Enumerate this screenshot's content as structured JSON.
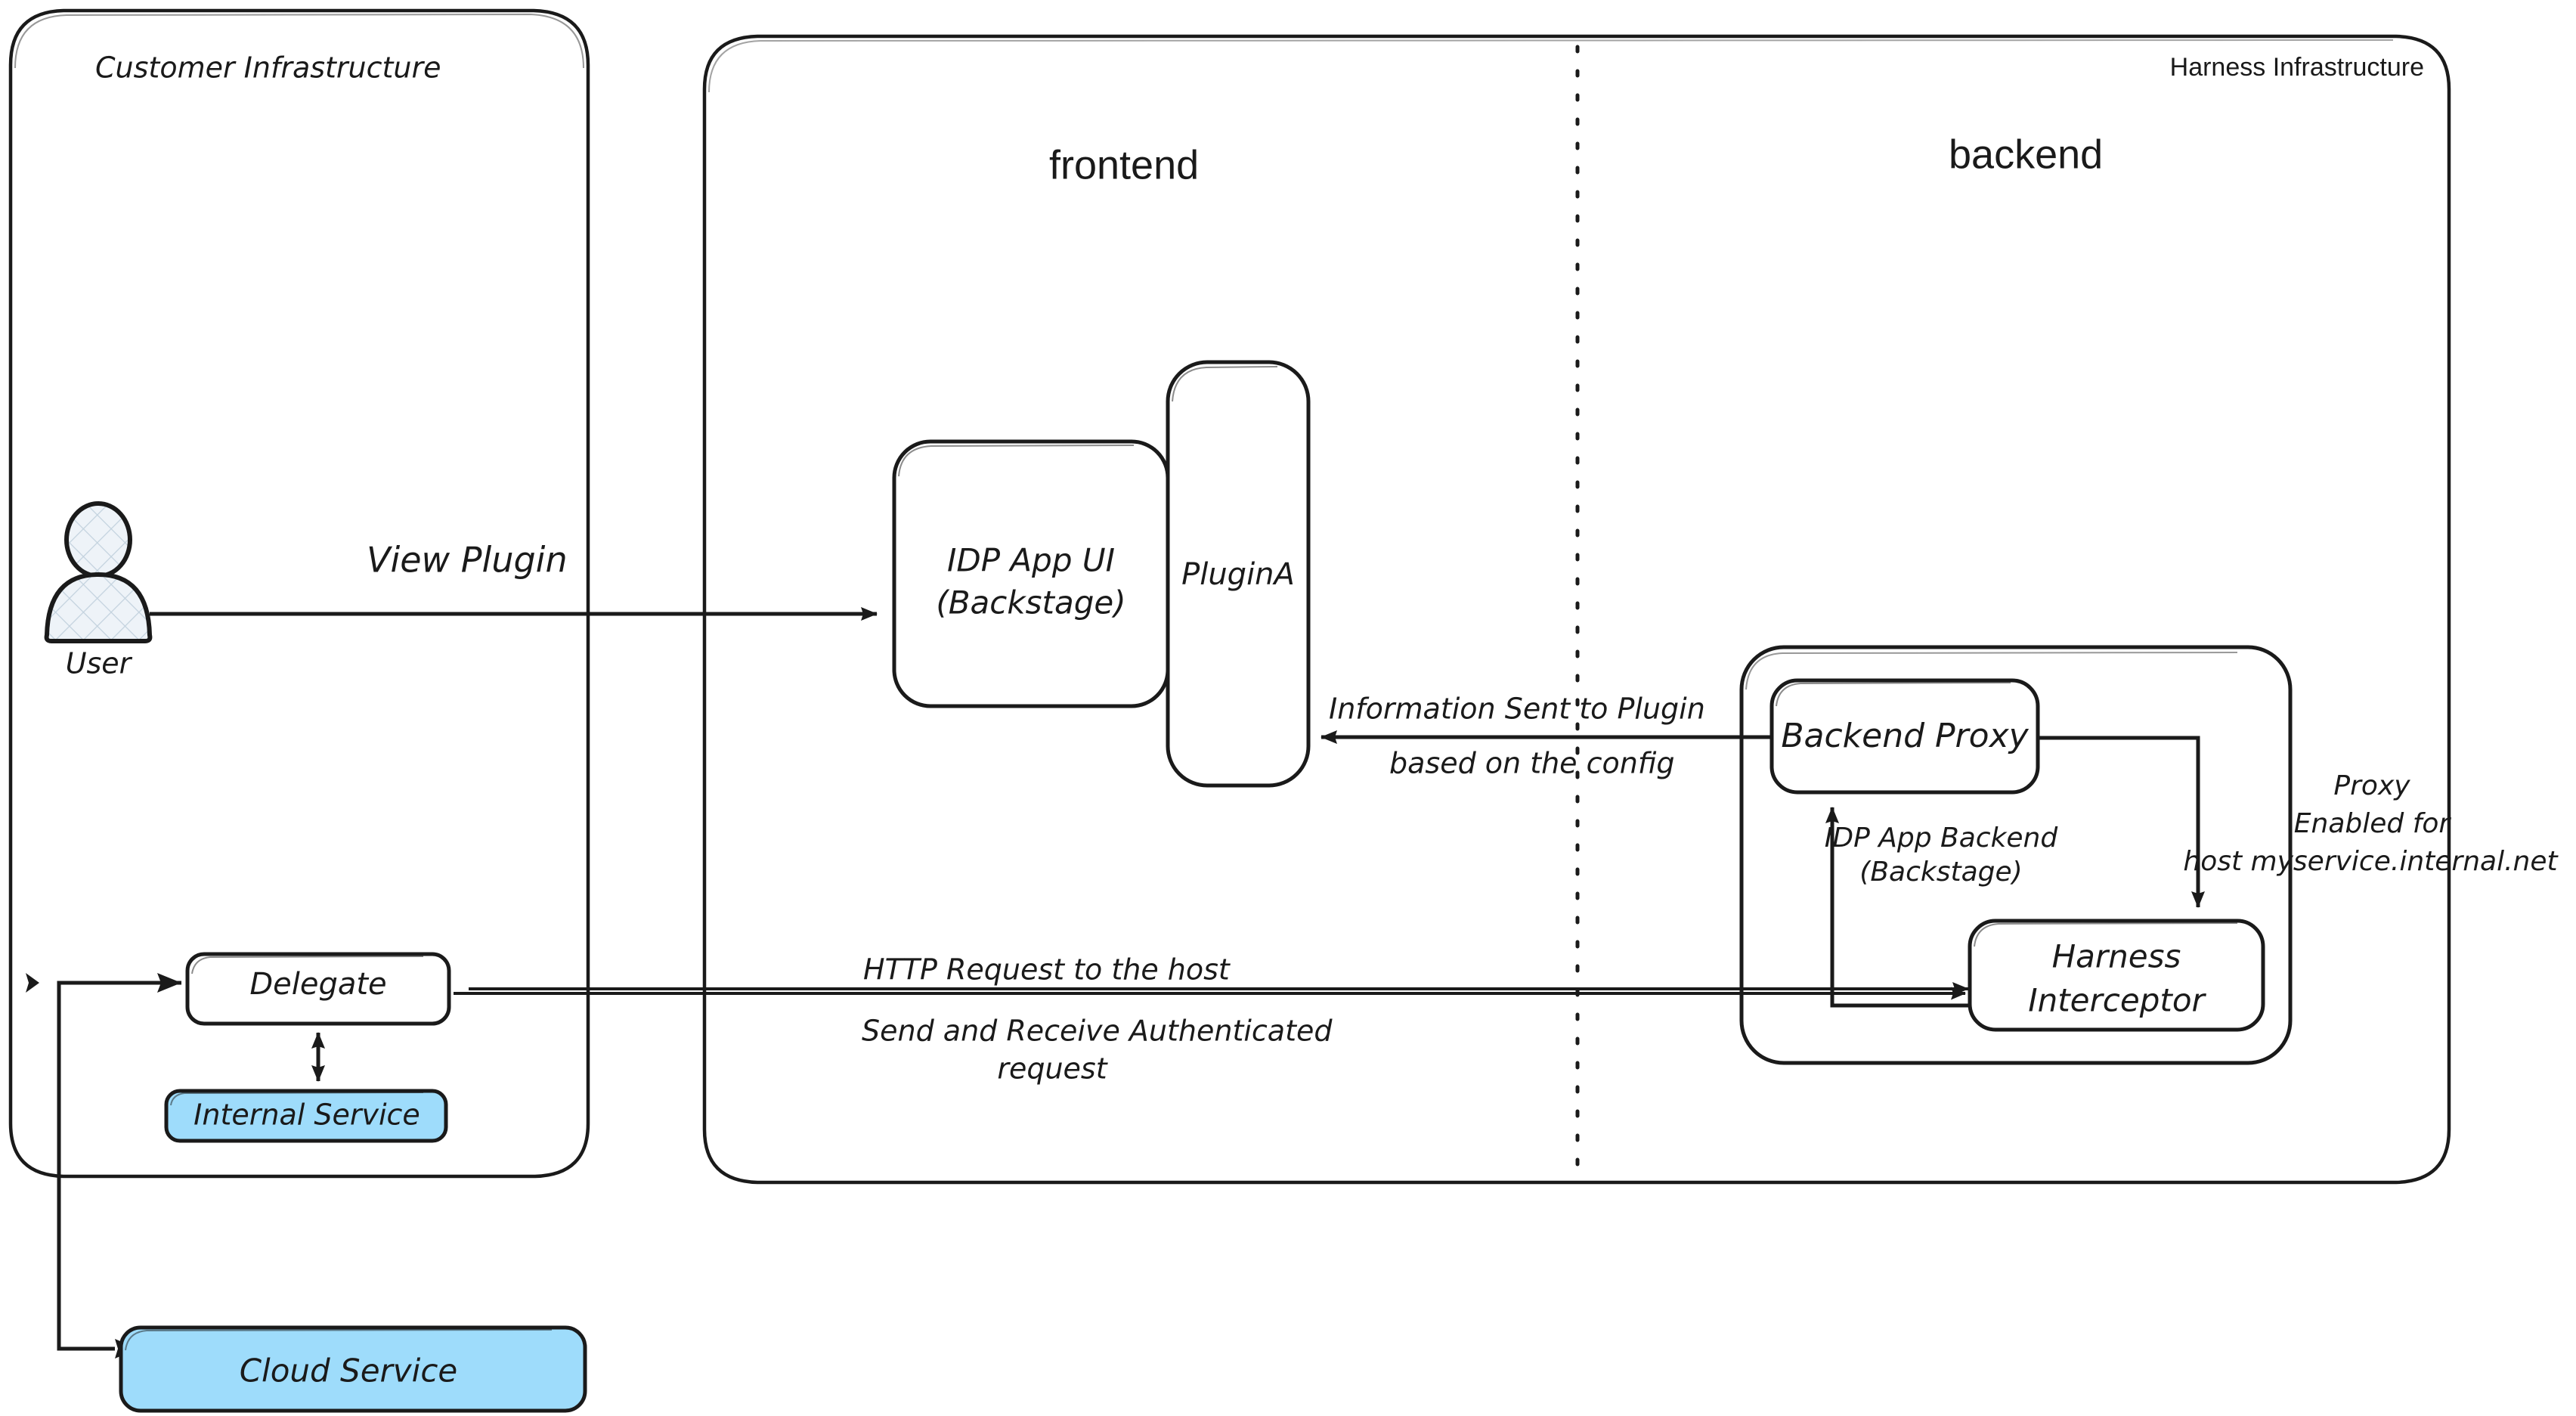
{
  "diagram": {
    "title": "Harness IDP Plugin Proxy Architecture",
    "colors": {
      "stroke": "#1a1a1a",
      "service_fill": "#9edcfb",
      "actor_fill": "#eef3f8",
      "background": "#ffffff"
    }
  },
  "groups": {
    "customer_infrastructure": {
      "label": "Customer Infrastructure"
    },
    "harness_infrastructure": {
      "label": "Harness Infrastructure"
    },
    "frontend": {
      "label": "frontend"
    },
    "backend": {
      "label": "backend"
    },
    "idp_app_backend": {
      "label_line1": "IDP App Backend",
      "label_line2": "(Backstage)"
    }
  },
  "nodes": {
    "user": {
      "label": "User"
    },
    "idp_app_ui": {
      "label_line1": "IDP App UI",
      "label_line2": "(Backstage)"
    },
    "plugin_a": {
      "label": "PluginA"
    },
    "backend_proxy": {
      "label": "Backend Proxy"
    },
    "harness_interceptor": {
      "label_line1": "Harness",
      "label_line2": "Interceptor"
    },
    "delegate": {
      "label": "Delegate"
    },
    "internal_service": {
      "label": "Internal Service"
    },
    "cloud_service": {
      "label": "Cloud Service"
    }
  },
  "edge_labels": {
    "view_plugin": "View Plugin",
    "information_sent_line1": "Information Sent to Plugin",
    "information_sent_line2": "based on the config",
    "http_request": "HTTP Request to the host",
    "authenticated_line1": "Send and Receive Authenticated",
    "authenticated_line2": "request",
    "proxy_enabled_line1": "Proxy",
    "proxy_enabled_line2": "Enabled for",
    "proxy_enabled_line3": "host myservice.internal.net"
  }
}
